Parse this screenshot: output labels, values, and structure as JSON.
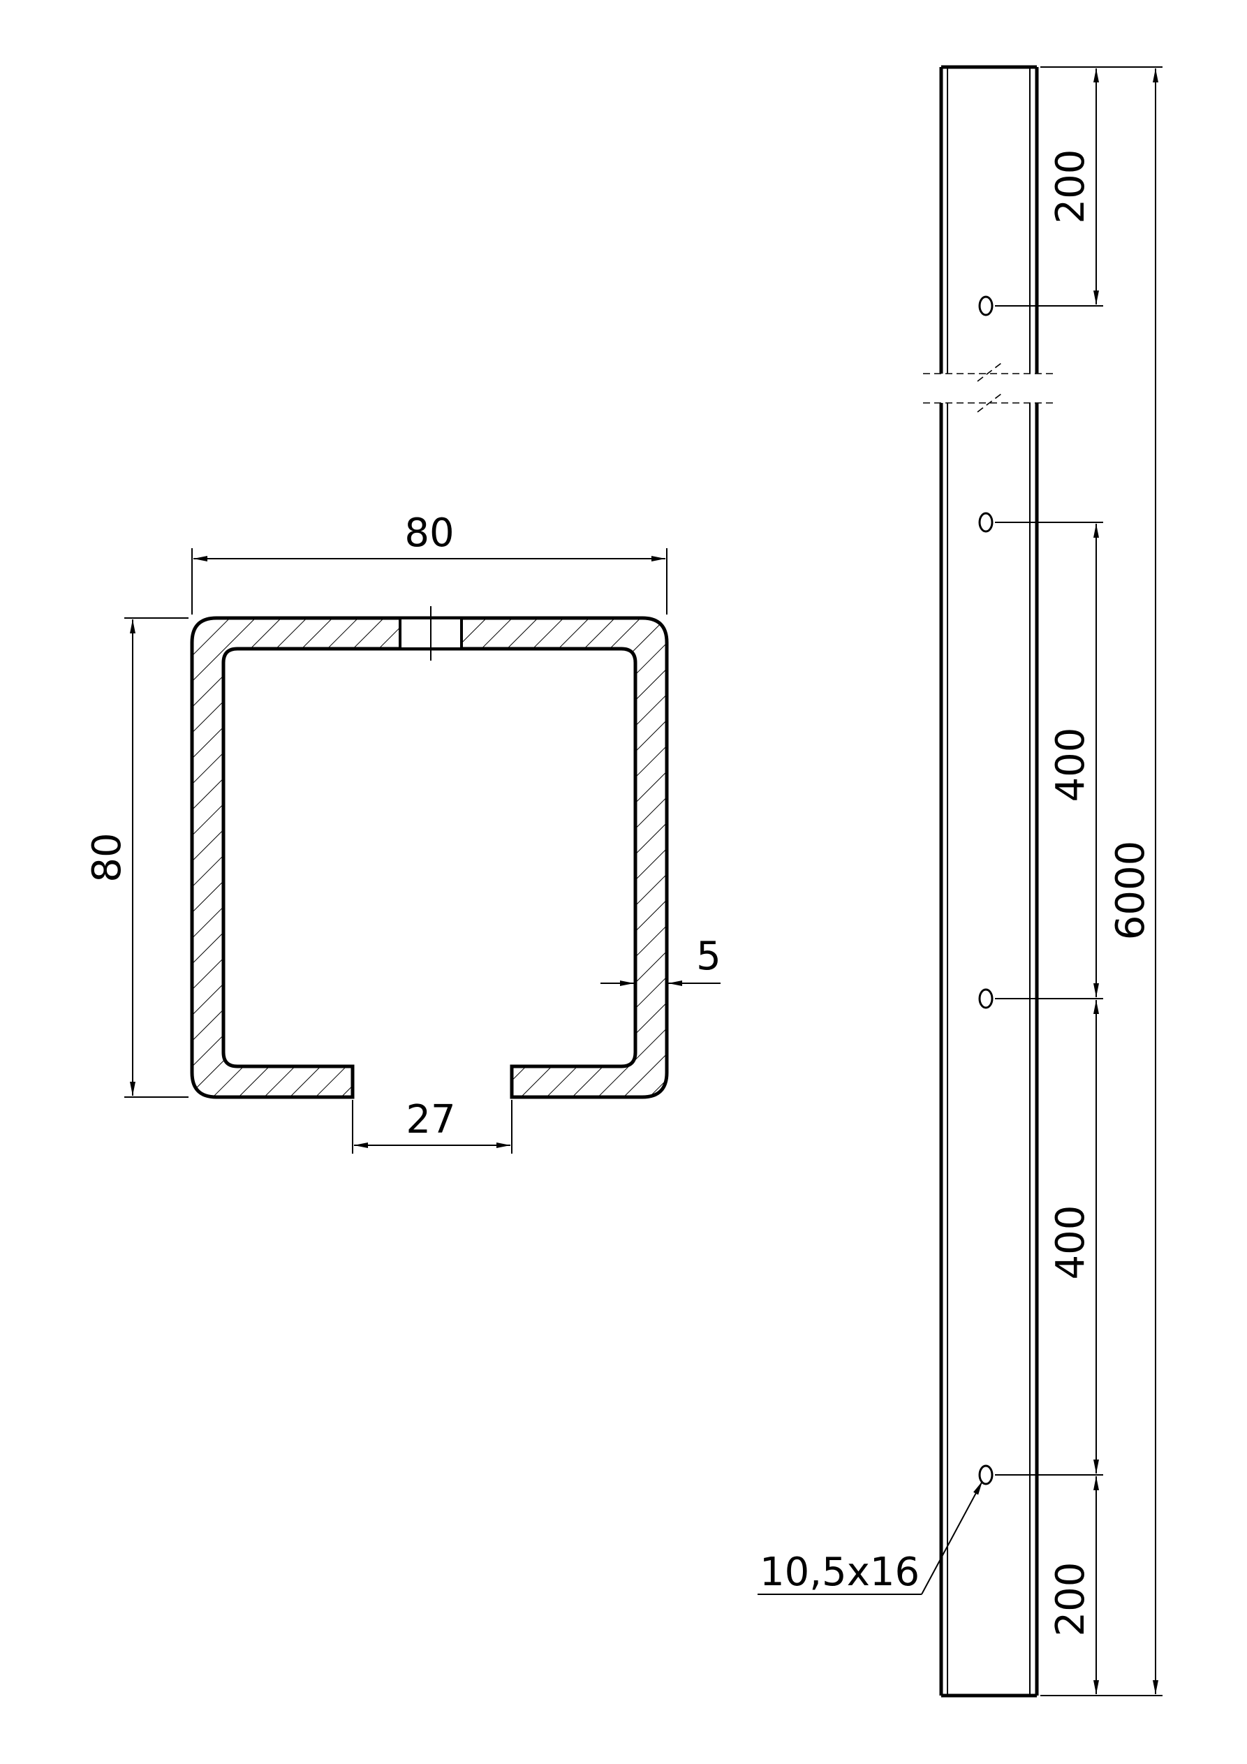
{
  "section_view": {
    "width_label": "80",
    "height_label": "80",
    "thickness_label": "5",
    "opening_label": "27"
  },
  "profile_view": {
    "top_spacing_label": "200",
    "mid_spacing_1_label": "400",
    "mid_spacing_2_label": "400",
    "bottom_spacing_label": "200",
    "total_length_label": "6000",
    "hole_label": "10,5x16"
  }
}
